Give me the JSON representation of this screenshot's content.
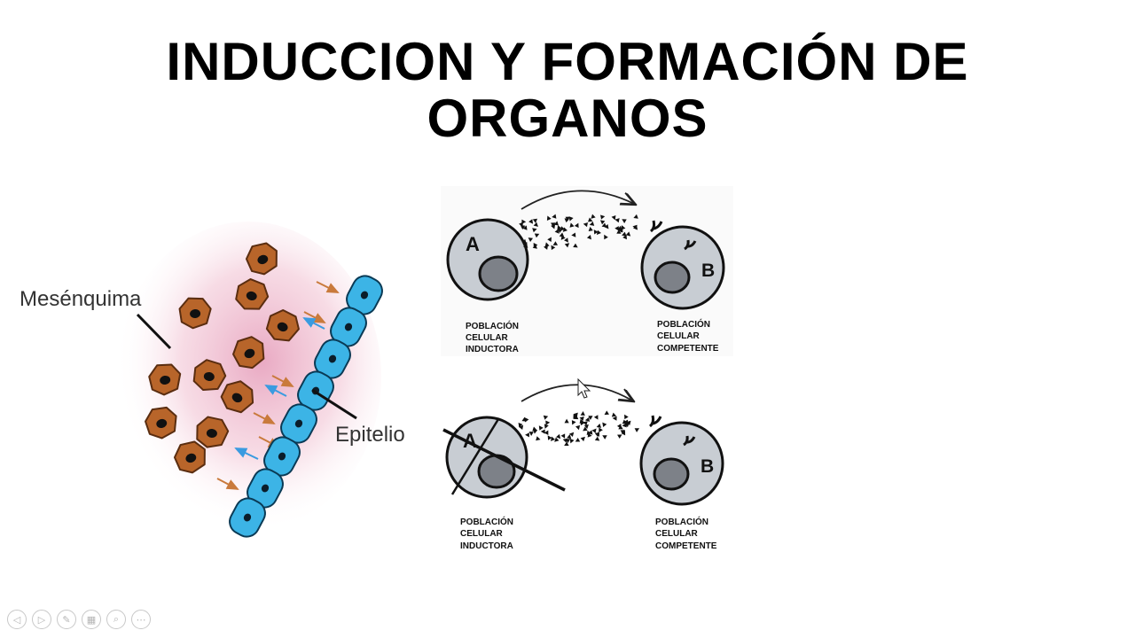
{
  "title": {
    "line1": "INDUCCION Y FORMACIÓN DE",
    "line2": "ORGANOS"
  },
  "left_diagram": {
    "mesenquima_label": "Mesénquima",
    "epitelio_label": "Epitelio"
  },
  "top_panel": {
    "cell_a_label": "A",
    "cell_b_label": "B",
    "inductora": [
      "POBLACIÓN",
      "CELULAR",
      "INDUCTORA"
    ],
    "competente": [
      "POBLACIÓN",
      "CELULAR",
      "COMPETENTE"
    ]
  },
  "bottom_panel": {
    "cell_a_label": "A",
    "cell_b_label": "B",
    "inductora": [
      "POBLACIÓN",
      "CELULAR",
      "INDUCTORA"
    ],
    "competente": [
      "POBLACIÓN",
      "CELULAR",
      "COMPETENTE"
    ]
  },
  "controls": [
    {
      "name": "prev-slide-icon",
      "glyph": "◁"
    },
    {
      "name": "next-slide-icon",
      "glyph": "▷"
    },
    {
      "name": "pen-icon",
      "glyph": "✎"
    },
    {
      "name": "slides-grid-icon",
      "glyph": "▦"
    },
    {
      "name": "zoom-icon",
      "glyph": "⌕"
    },
    {
      "name": "more-options-icon",
      "glyph": "⋯"
    }
  ],
  "colors": {
    "mesenchyme_cell": "#b8652a",
    "epithelium": "#3cb4e6",
    "orange_arrow": "#c97a3c",
    "blue_arrow": "#3a9be0",
    "cell_body": "#c8cdd3",
    "nucleus": "#7d8188"
  }
}
